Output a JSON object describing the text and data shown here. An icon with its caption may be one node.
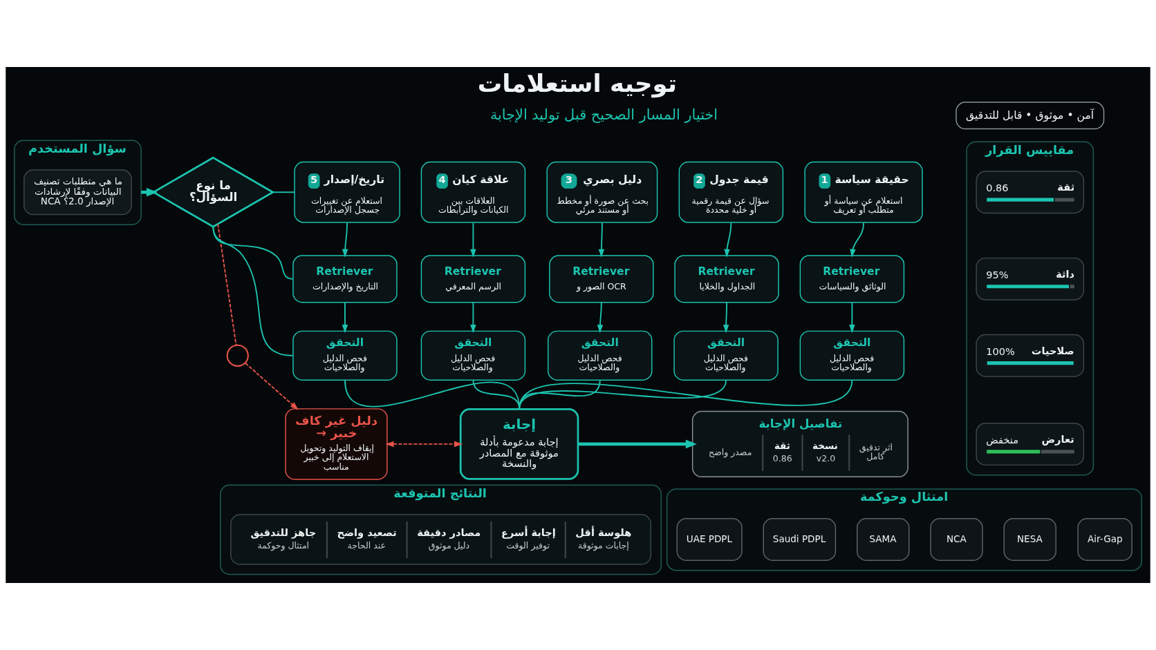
{
  "diagram": {
    "title": "توجيه استعلامات",
    "nodes": [
      {
        "text": [
          "آمن • موثوق • قابل للتدقيق"
        ]
      },
      {
        "text": [
          "سؤال المستخدم"
        ]
      },
      {
        "text": [
          "ما هي متطلبات تصنيف البيانات وفقًا لإرشادات NCA الإصدار 2.0؟"
        ],
        "in": 1
      },
      {
        "text": [
          "ما نوع السؤال؟"
        ]
      },
      {
        "text": [
          "حقيقة سياسة",
          "1",
          "استعلام عن سياسة أو متطلب أو تعريف"
        ]
      },
      {
        "text": [
          "قيمة جدول",
          "2",
          "سؤال عن قيمة رقمية أو خلية محددة"
        ]
      },
      {
        "text": [
          "دليل بصري",
          "3",
          "بحث عن صورة أو مخطط أو مستند مرئي"
        ]
      },
      {
        "text": [
          "علاقة كيان",
          "4",
          "العلاقات بين الكيانات والترابطات"
        ]
      },
      {
        "text": [
          "تاريخ/إصدار",
          "5",
          "استعلام عن تغييرات جسجل الإصدارات"
        ]
      },
      {
        "text": [
          "Retriever",
          "الوثائق والسياسات"
        ]
      },
      {
        "text": [
          "Retriever",
          "الجداول والخلايا"
        ]
      },
      {
        "text": [
          "Retriever",
          "الصور و OCR"
        ]
      },
      {
        "text": [
          "Retriever",
          "الرسم المعرفي"
        ]
      },
      {
        "text": [
          "Retriever",
          "التاريخ والإصدارات"
        ]
      },
      {
        "text": [
          "التحقق",
          "فحص الدليل والصلاحيات"
        ]
      },
      {
        "text": [
          "التحقق",
          "فحص الدليل والصلاحيات"
        ]
      },
      {
        "text": [
          "التحقق",
          "فحص الدليل والصلاحيات"
        ]
      },
      {
        "text": [
          "التحقق",
          "فحص الدليل والصلاحيات"
        ]
      },
      {
        "text": [
          "التحقق",
          "فحص الدليل والصلاحيات"
        ]
      },
      {
        "text": [
          "مقاييس القرار"
        ]
      },
      {
        "text": [
          "ثقة",
          "0.86"
        ],
        "in": 19
      },
      {
        "text": [
          "داثة",
          "95%"
        ],
        "in": 19
      },
      {
        "text": [
          "صلاحيات",
          "100%"
        ],
        "in": 19
      },
      {
        "text": [
          "تعارض",
          "منخفض"
        ],
        "in": 19
      },
      {
        "text": [],
        "shape": "circle"
      },
      {
        "text": [
          "دليل غير كاف → خبير",
          "إيقاف التوليد وتحويل الاستعلام إلى خبير مناسب"
        ]
      },
      {
        "text": [
          "إجابة",
          "إجابة مدعومة بأدلة موثوقة مع المصادر والنسخة"
        ]
      },
      {
        "text": [
          "تفاصيل الإجابة",
          "اثر تدقيق كامل",
          "نسخة",
          "v2.0",
          "ثقة",
          "0.86",
          "مصدر واضح"
        ]
      },
      {
        "text": [
          "النتائج المتوقعة"
        ]
      },
      {
        "text": [
          "هلوسة أقل",
          "إجابات موثوقة",
          "إجابة أسرع",
          "توفير الوقت",
          "مصادر دقيقة",
          "دليل موثوق",
          "تصعيد واضح",
          "عند الحاجة",
          "جاهز للتدقيق",
          "امتثال وحوكمة"
        ],
        "in": 28
      },
      {
        "text": [
          "امتثال وحوكمة"
        ]
      },
      {
        "text": [
          "UAE PDPL"
        ],
        "in": 30
      },
      {
        "text": [
          "Saudi PDPL"
        ],
        "in": 30
      },
      {
        "text": [
          "SAMA"
        ],
        "in": 30
      },
      {
        "text": [
          "NCA"
        ],
        "in": 30
      },
      {
        "text": [
          "NESA"
        ],
        "in": 30
      },
      {
        "text": [
          "Air-Gap"
        ],
        "in": 30
      }
    ],
    "edges": [
      {
        "from": 1,
        "to": 3,
        "arrow": "to",
        "style": "thick"
      },
      {
        "from": 3,
        "to": 8,
        "arrow": "none"
      },
      {
        "from": 3,
        "to": 13,
        "arrow": "none"
      },
      {
        "from": 3,
        "to": 18,
        "arrow": "none"
      },
      {
        "from": 4,
        "to": 9,
        "arrow": "to"
      },
      {
        "from": 5,
        "to": 10,
        "arrow": "to"
      },
      {
        "from": 6,
        "to": 11,
        "arrow": "to"
      },
      {
        "from": 7,
        "to": 12,
        "arrow": "to"
      },
      {
        "from": 8,
        "to": 13,
        "arrow": "to"
      },
      {
        "from": 9,
        "to": 14,
        "arrow": "to"
      },
      {
        "from": 10,
        "to": 15,
        "arrow": "to"
      },
      {
        "from": 11,
        "to": 16,
        "arrow": "to"
      },
      {
        "from": 12,
        "to": 17,
        "arrow": "to"
      },
      {
        "from": 13,
        "to": 18,
        "arrow": "to"
      },
      {
        "from": 14,
        "to": 26,
        "arrow": "none"
      },
      {
        "from": 15,
        "to": 26,
        "arrow": "none"
      },
      {
        "from": 16,
        "to": 26,
        "arrow": "none"
      },
      {
        "from": 17,
        "to": 26,
        "arrow": "none"
      },
      {
        "from": 18,
        "to": 26,
        "arrow": "none"
      },
      {
        "from": 26,
        "to": 27,
        "arrow": "to",
        "style": "thick"
      },
      {
        "from": 3,
        "to": 24,
        "arrow": "none",
        "style": "dashed",
        "color": "#e8544a"
      },
      {
        "from": 24,
        "to": 25,
        "arrow": "to",
        "style": "dashed",
        "color": "#e8544a"
      },
      {
        "from": 25,
        "to": 26,
        "arrow": "both",
        "style": "dashed",
        "color": "#e8544a"
      }
    ],
    "labels": [
      "اختيار المسار الصحيح قبل توليد الإجابة"
    ]
  }
}
